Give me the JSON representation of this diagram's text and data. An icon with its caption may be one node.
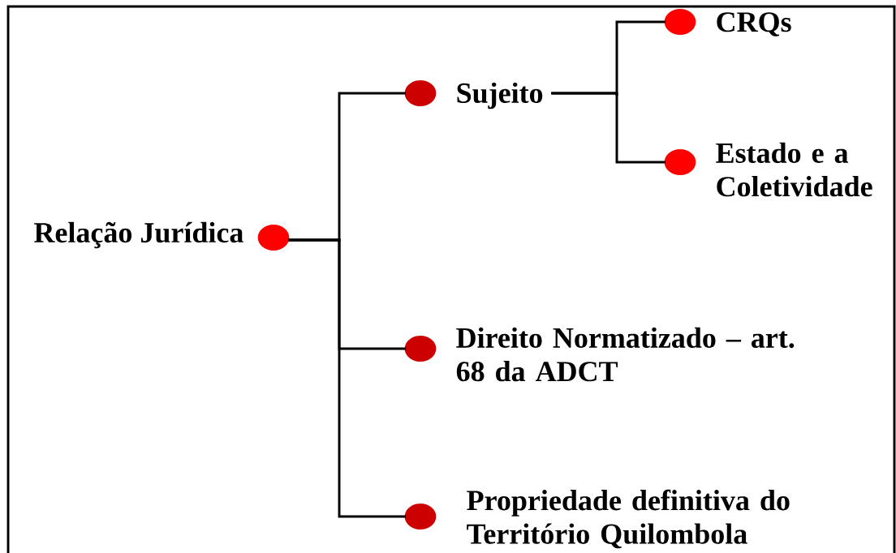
{
  "diagram": {
    "nodes": [
      {
        "text": [
          "Relação Jurídica"
        ]
      },
      {
        "text": [
          "Sujeito"
        ]
      },
      {
        "text": [
          "Direito Normatizado – art. 68 da ADCT"
        ]
      },
      {
        "text": [
          "Propriedade definitiva do Território Quilombola"
        ]
      },
      {
        "text": [
          "CRQs"
        ]
      },
      {
        "text": [
          "Estado e a Coletividade"
        ]
      }
    ],
    "edges": [
      {
        "from": 0,
        "to": 1,
        "arrow": "none"
      },
      {
        "from": 0,
        "to": 2,
        "arrow": "none"
      },
      {
        "from": 0,
        "to": 3,
        "arrow": "none"
      },
      {
        "from": 1,
        "to": 4,
        "arrow": "none"
      },
      {
        "from": 1,
        "to": 5,
        "arrow": "none"
      }
    ]
  }
}
